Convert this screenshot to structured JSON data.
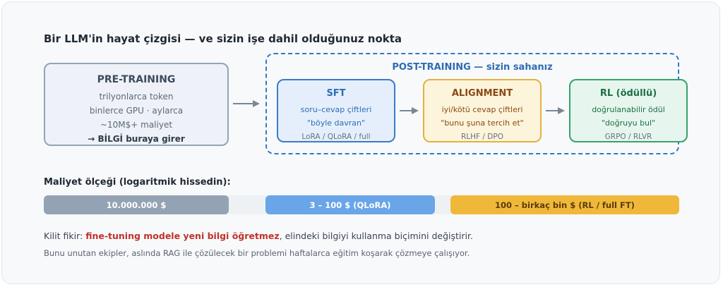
{
  "title": "Bir LLM'in hayat çizgisi — ve sizin işe dahil olduğunuz nokta",
  "pretraining": {
    "heading": "PRE-TRAINING",
    "lines": [
      "trilyonlarca token",
      "binlerce GPU · aylarca",
      "~10M$+ maliyet"
    ],
    "key_line": "→ BİLGİ buraya girer"
  },
  "posttraining": {
    "heading": "POST-TRAINING — sizin sahanız",
    "stages": [
      {
        "name": "SFT",
        "desc1": "soru–cevap çiftleri",
        "desc2": "\"böyle davran\"",
        "methods": "LoRA / QLoRA / full"
      },
      {
        "name": "ALIGNMENT",
        "desc1": "iyi/kötü cevap çiftleri",
        "desc2": "\"bunu şuna tercih et\"",
        "methods": "RLHF / DPO"
      },
      {
        "name": "RL (ödüllü)",
        "desc1": "doğrulanabilir ödül",
        "desc2": "\"doğruyu bul\"",
        "methods": "GRPO / RLVR"
      }
    ]
  },
  "cost": {
    "title": "Maliyet ölçeği (logaritmik hissedin):",
    "bars": [
      {
        "label": "10.000.000 $",
        "color": "#94a3b4"
      },
      {
        "label": "3 – 100 $ (QLoRA)",
        "color": "#6aa5e8"
      },
      {
        "label": "100 – birkaç bin $ (RL / full FT)",
        "color": "#f0b83a"
      }
    ]
  },
  "key_idea": {
    "prefix": "Kilit fikir: ",
    "highlight": "fine-tuning modele yeni bilgi öğretmez",
    "suffix": ", elindeki bilgiyi kullanma biçimini değiştirir."
  },
  "note": "Bunu unutan ekipler, aslında RAG ile çözülecek bir problemi haftalarca eğitim koşarak çözmeye çalışıyor."
}
